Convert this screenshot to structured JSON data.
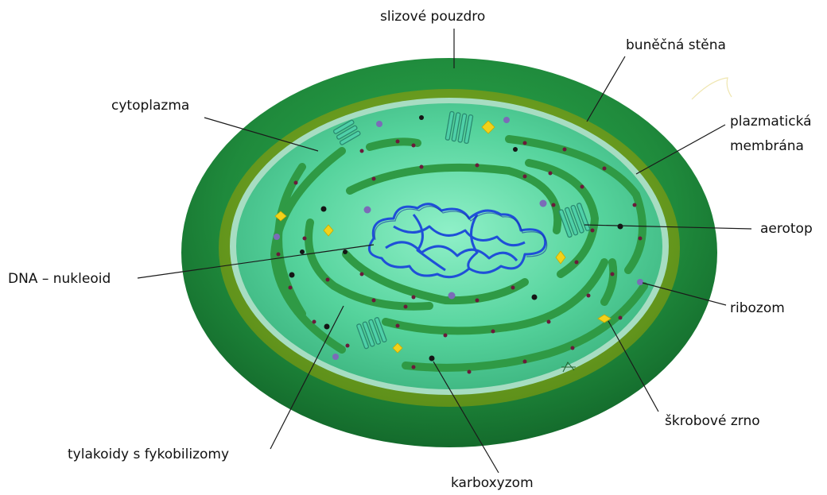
{
  "labels": {
    "slime_capsule": "slizové pouzdro",
    "cell_wall": "buněčná stěna",
    "cytoplasm": "cytoplazma",
    "plasma_membrane_line1": "plazmatická",
    "plasma_membrane_line2": "membrána",
    "gas_vesicle": "aerotop",
    "dna_nucleoid": "DNA – nukleoid",
    "ribosome": "ribozom",
    "starch_grain": "škrobové zrno",
    "thylakoids": "tylakoidy s fykobilizomy",
    "carboxysome": "karboxyzom"
  },
  "colors": {
    "capsule": "#1f8a3c",
    "wall": "#6a9a1f",
    "membrane": "#8fd3b5",
    "cytoplasm": "#5fd39f",
    "thylakoid": "#2f9a45",
    "dna": "#1f4fd8",
    "ribosome": "#7b6bb8",
    "starch": "#f2d21a",
    "gas_vesicle": "#4fd0a8",
    "carboxysome": "#151515"
  }
}
